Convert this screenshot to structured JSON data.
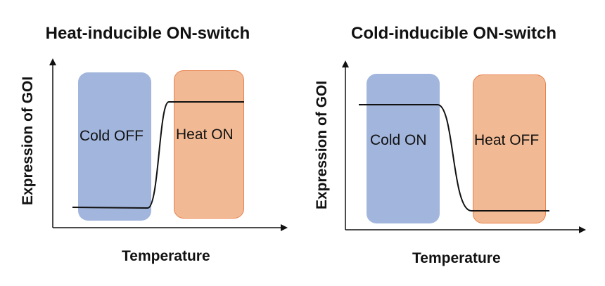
{
  "panels": [
    {
      "title": "Heat-inducible ON-switch",
      "ylabel": "Expression of GOI",
      "xlabel": "Temperature",
      "regions": [
        {
          "label": "Cold OFF",
          "color": "#a2b6dd"
        },
        {
          "label": "Heat ON",
          "color": "#f2ba94"
        }
      ],
      "curve": "low-to-high"
    },
    {
      "title": "Cold-inducible ON-switch",
      "ylabel": "Expression of GOI",
      "xlabel": "Temperature",
      "regions": [
        {
          "label": "Cold ON",
          "color": "#a2b6dd"
        },
        {
          "label": "Heat OFF",
          "color": "#f2ba94"
        }
      ],
      "curve": "high-to-low"
    }
  ]
}
